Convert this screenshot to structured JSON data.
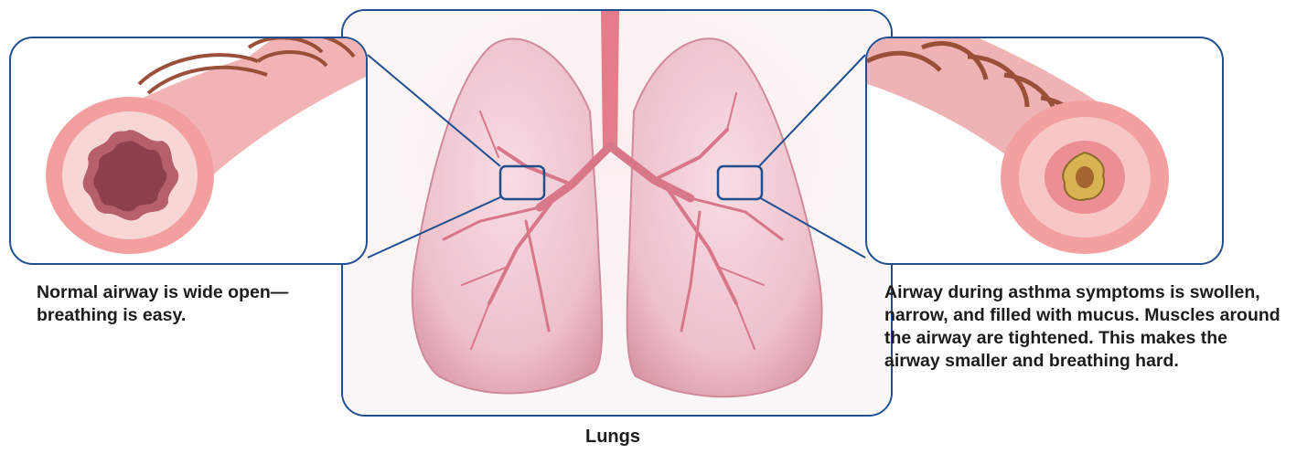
{
  "captions": {
    "normal_airway": "Normal airway is wide open—breathing is easy.",
    "asthma_airway": "Airway during asthma symptoms is swollen, narrow, and filled with mucus. Muscles around the airway are tightened. This makes the airway smaller and breathing hard.",
    "lungs": "Lungs"
  },
  "colors": {
    "frame_blue": "#1f4e91",
    "lung_pink": "#efc2cc",
    "airway_pink": "#f0a3a6",
    "muscle_brown": "#9a5038",
    "mucus_yellow": "#d7b451",
    "caption_text": "#1c1c1c"
  }
}
